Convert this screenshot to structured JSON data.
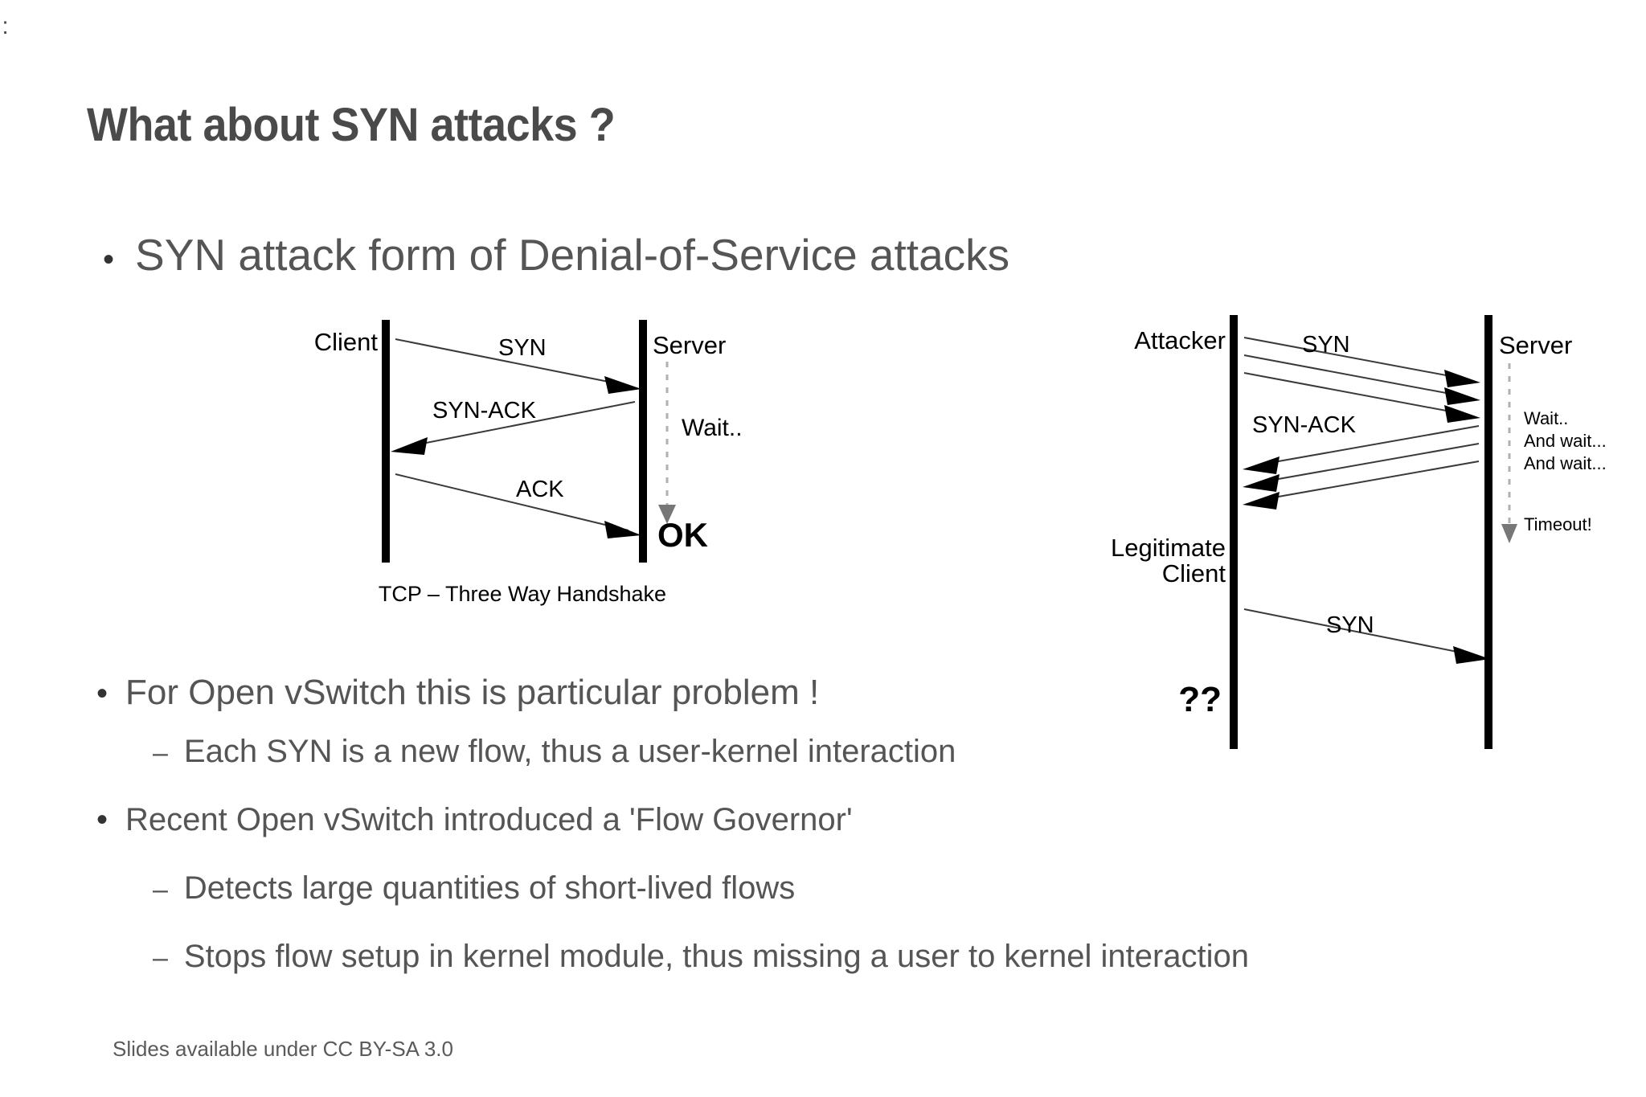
{
  "slide": {
    "title": "What about SYN attacks ?",
    "edge_artifact": "::",
    "footer": "Slides available under CC BY-SA 3.0",
    "colors": {
      "title_gray": "#4a4a4a",
      "body_gray": "#555555",
      "ok_green": "#008000",
      "question_red": "#ee2222",
      "lifeline_black": "#000000",
      "wait_gray": "#b0b0b0",
      "background": "#ffffff"
    },
    "bullets": [
      {
        "level": 1,
        "marker": "•",
        "text": "SYN attack form of Denial-of-Service attacks"
      },
      {
        "level": 1,
        "marker": "•",
        "text": "For Open vSwitch this is particular problem !"
      },
      {
        "level": 2,
        "marker": "–",
        "text": "Each SYN is a new flow, thus a user-kernel interaction"
      },
      {
        "level": 1,
        "marker": "•",
        "text": "Recent Open vSwitch introduced a 'Flow Governor'"
      },
      {
        "level": 2,
        "marker": "–",
        "text": "Detects large quantities of short-lived flows"
      },
      {
        "level": 2,
        "marker": "–",
        "text": "Stops flow setup in kernel module, thus missing a user to kernel interaction"
      }
    ]
  },
  "diagram_left": {
    "caption": "TCP – Three Way Handshake",
    "actors": {
      "left": "Client",
      "right": "Server"
    },
    "messages": [
      {
        "label": "SYN",
        "direction": "right"
      },
      {
        "label": "SYN-ACK",
        "direction": "left"
      },
      {
        "label": "ACK",
        "direction": "right"
      }
    ],
    "server_notes": [
      "Wait.."
    ],
    "result": "OK"
  },
  "diagram_right": {
    "actors": {
      "attacker": "Attacker",
      "legitimate": "Legitimate",
      "legitimate2": "Client",
      "server_top": "Server"
    },
    "attack_messages": [
      {
        "label": "SYN",
        "direction": "right",
        "count": 3
      },
      {
        "label": "SYN-ACK",
        "direction": "left",
        "count": 3
      }
    ],
    "server_notes": [
      "Wait..",
      "And wait...",
      "And wait...",
      "Timeout!"
    ],
    "legit_message": {
      "label": "SYN",
      "direction": "right"
    },
    "legit_status": "??"
  }
}
